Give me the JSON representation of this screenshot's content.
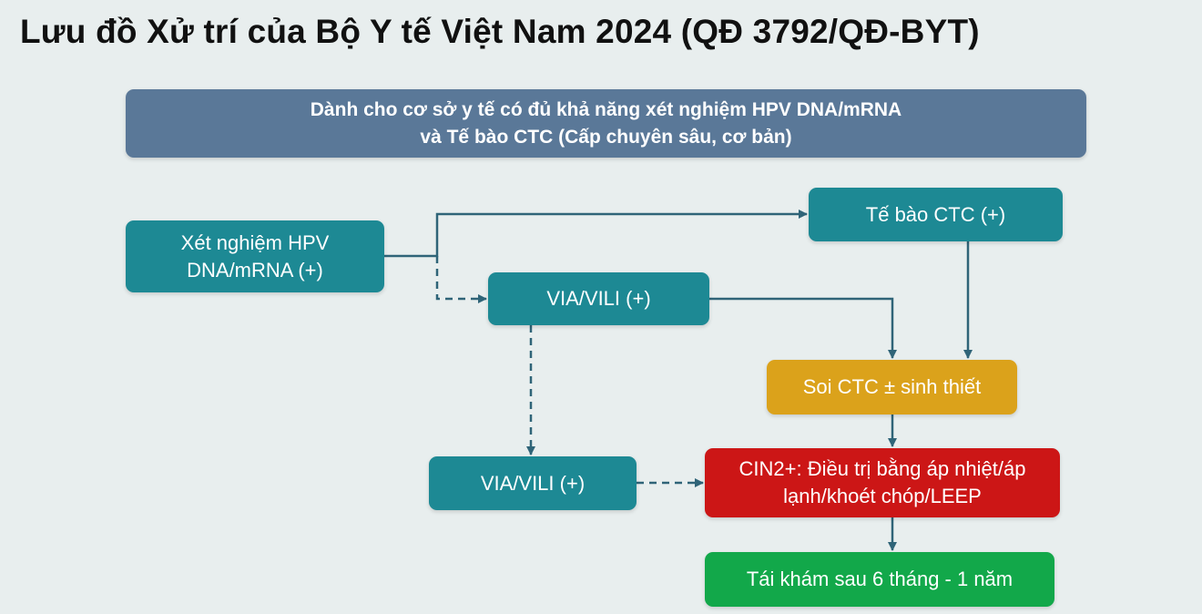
{
  "title": "Lưu đồ Xử trí của Bộ Y tế Việt Nam 2024 (QĐ 3792/QĐ-BYT)",
  "header": {
    "line1": "Dành cho cơ sở y tế có đủ khả năng xét nghiệm HPV DNA/mRNA",
    "line2": "và Tế bào CTC (Cấp chuyên sâu, cơ bản)"
  },
  "nodes": {
    "hpv": {
      "line1": "Xét nghiệm HPV",
      "line2": "DNA/mRNA (+)"
    },
    "cytology": "Tế bào CTC (+)",
    "via1": "VIA/VILI (+)",
    "colposcopy": "Soi CTC ± sinh thiết",
    "via2": "VIA/VILI (+)",
    "treatment": {
      "line1": "CIN2+: Điều trị bằng áp nhiệt/áp",
      "line2": "lạnh/khoét chóp/LEEP"
    },
    "followup": "Tái khám sau 6 tháng - 1 năm"
  },
  "colors": {
    "header": "#5a7898",
    "teal": "#1d8994",
    "amber": "#dba21b",
    "red": "#cc1616",
    "green": "#12a84a",
    "arrow": "#2f6478"
  }
}
